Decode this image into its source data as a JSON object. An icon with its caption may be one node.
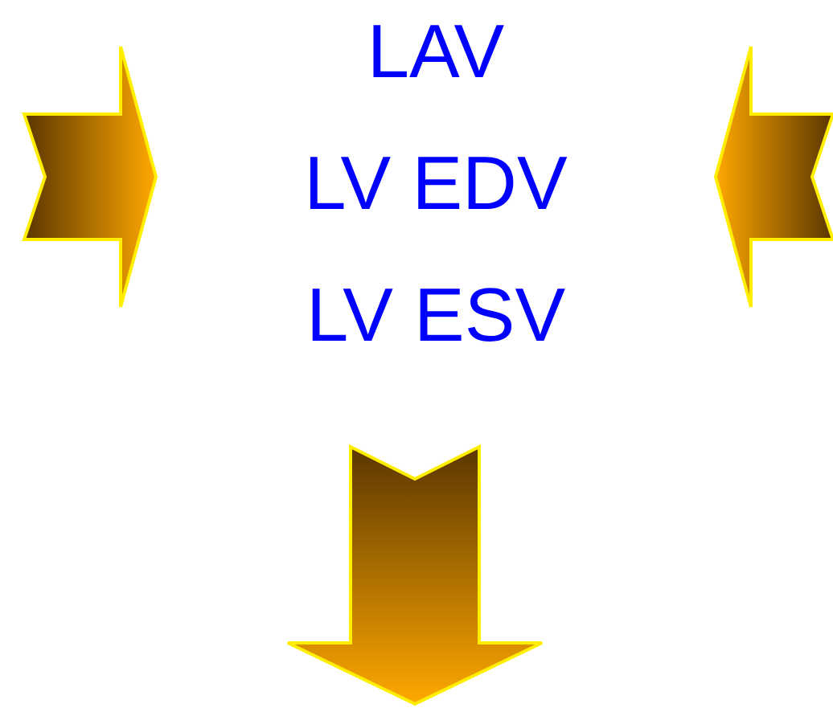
{
  "diagram": {
    "labels": [
      "LAV",
      "LV EDV",
      "LV ESV"
    ]
  }
}
